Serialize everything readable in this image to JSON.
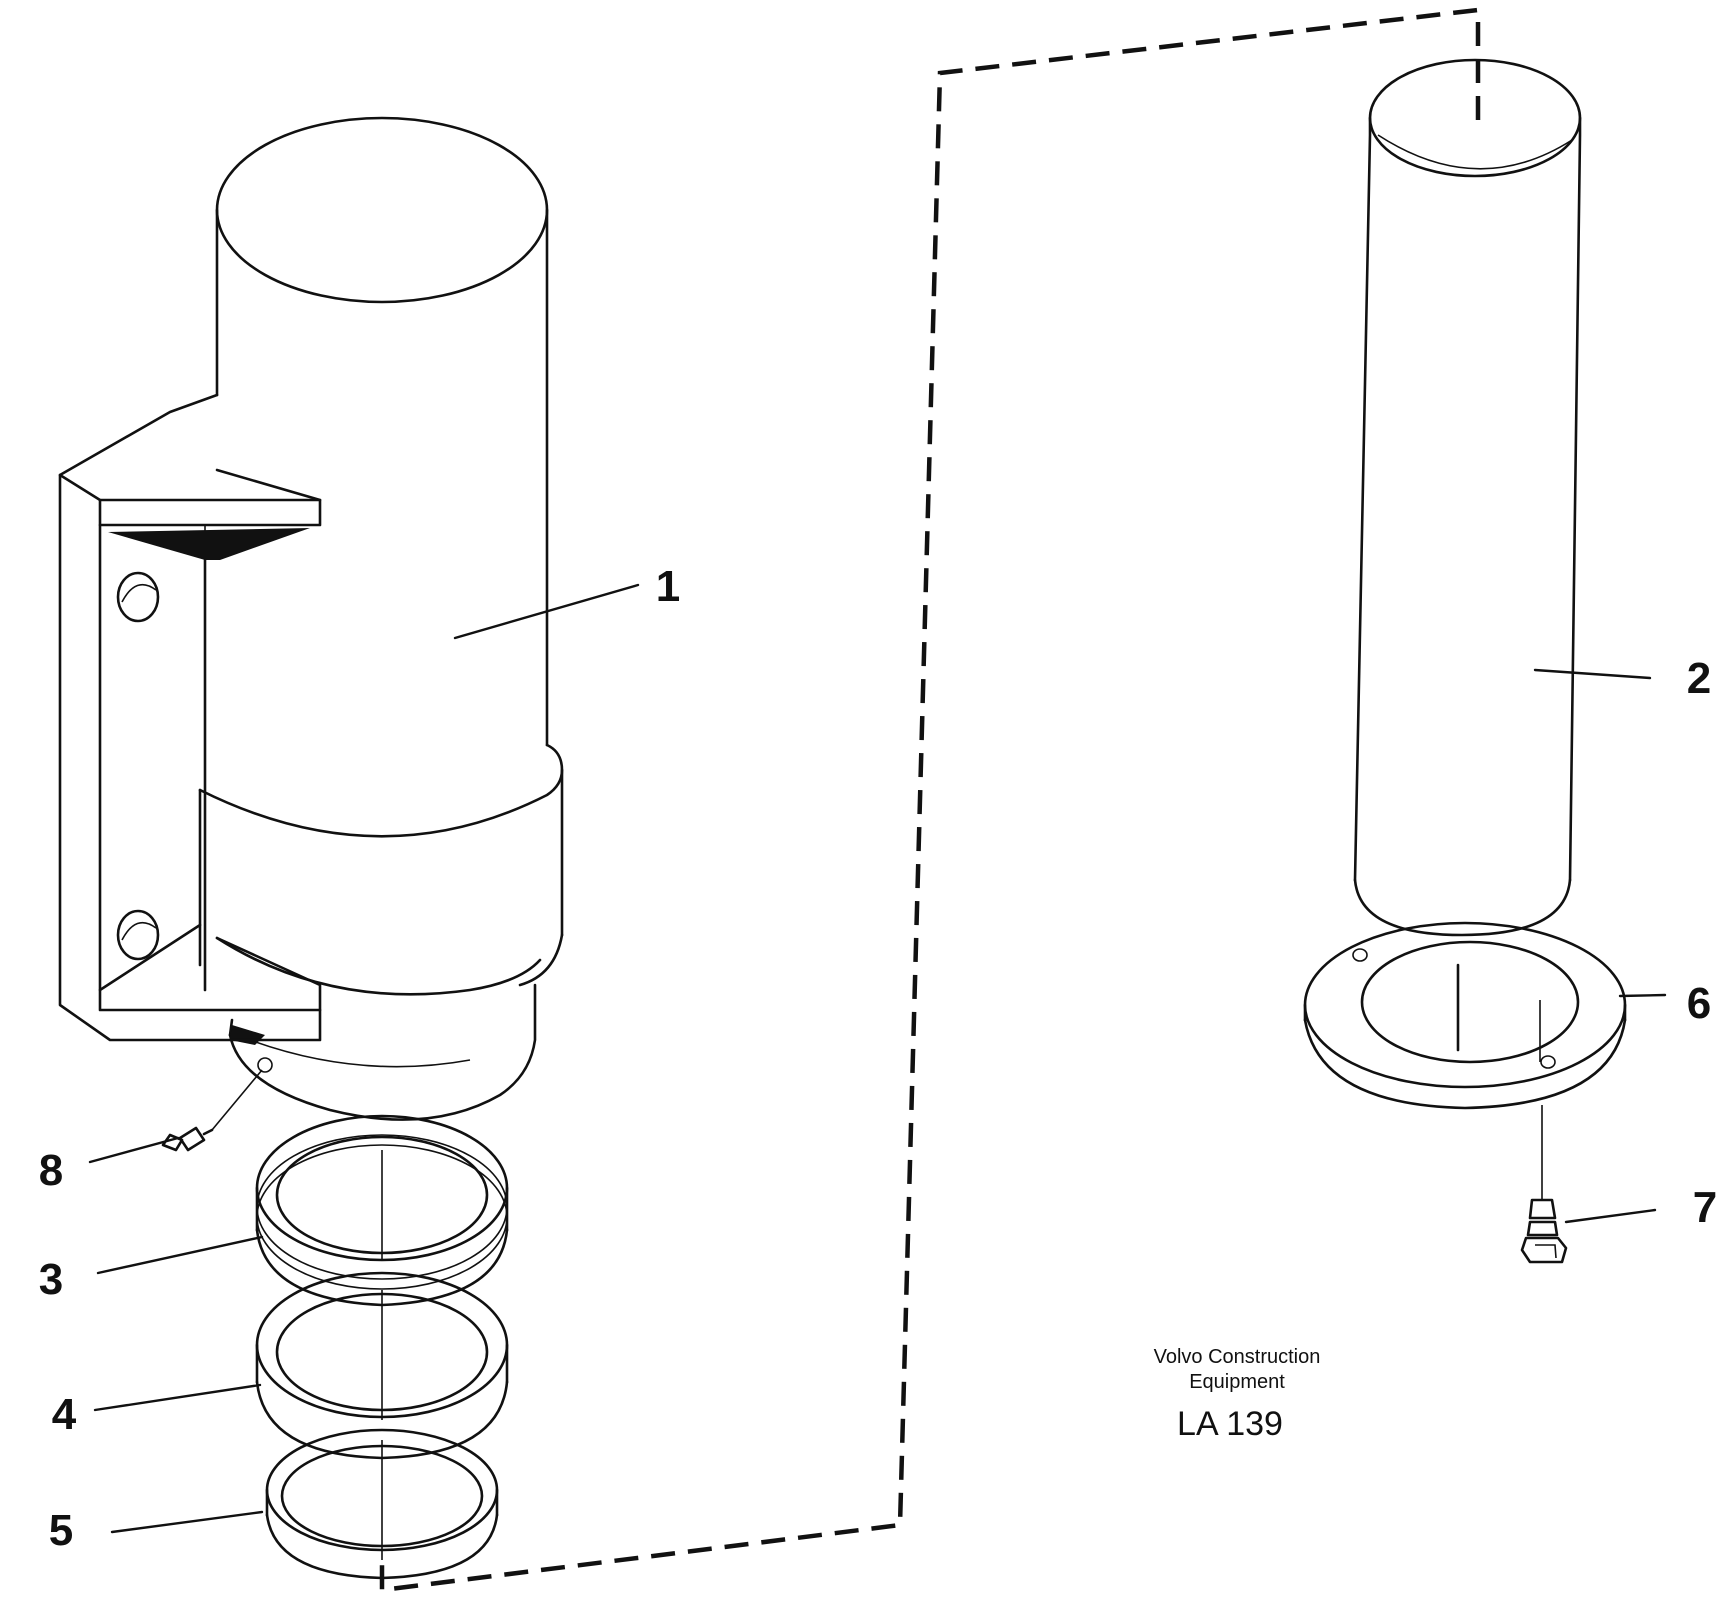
{
  "callouts": {
    "c1": "1",
    "c2": "2",
    "c3": "3",
    "c4": "4",
    "c5": "5",
    "c6": "6",
    "c7": "7",
    "c8": "8"
  },
  "brand": {
    "line1": "Volvo Construction",
    "line2": "Equipment"
  },
  "drawing_code": "LA 139"
}
